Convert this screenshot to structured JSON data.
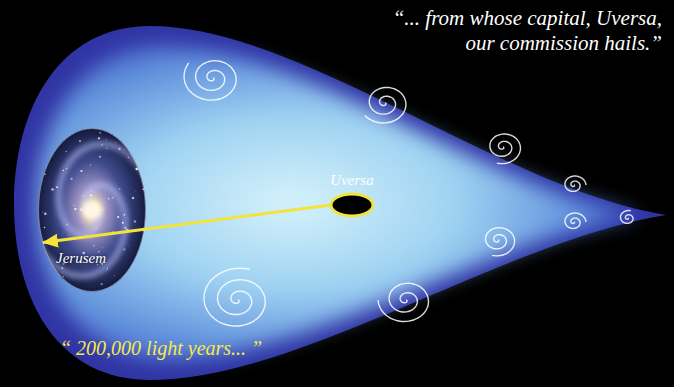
{
  "diagram": {
    "nodes": [
      {
        "text": [
          "Jerusem"
        ]
      },
      {
        "text": [
          "Uversa"
        ]
      }
    ],
    "edges": [
      {
        "from": 1,
        "to": 0,
        "arrow": "to"
      }
    ],
    "labels": [
      "“... from whose capital, Uversa, our commission hails.”",
      "“ 200,000 light years... ”"
    ]
  }
}
